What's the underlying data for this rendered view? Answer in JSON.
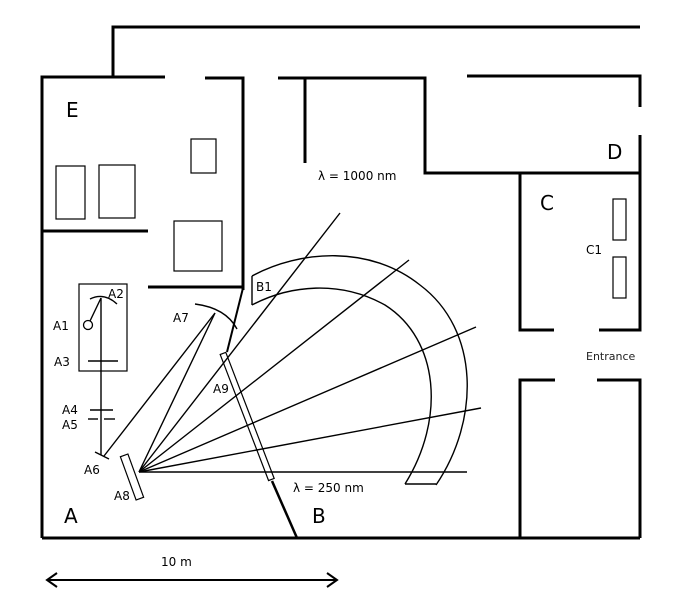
{
  "diagram": {
    "type": "floor-plan",
    "rooms": [
      {
        "id": "A",
        "label": "A"
      },
      {
        "id": "B",
        "label": "B"
      },
      {
        "id": "C",
        "label": "C"
      },
      {
        "id": "D",
        "label": "D"
      },
      {
        "id": "E",
        "label": "E"
      }
    ],
    "components": {
      "A1": "A1",
      "A2": "A2",
      "A3": "A3",
      "A4": "A4",
      "A5": "A5",
      "A6": "A6",
      "A7": "A7",
      "A8": "A8",
      "A9": "A9",
      "B1": "B1",
      "C1": "C1"
    },
    "annotations": {
      "lambda_high": "λ = 1000 nm",
      "lambda_low": "λ = 250 nm",
      "entrance": "Entrance",
      "scale": "10 m"
    },
    "spectrum_rays": 6
  }
}
